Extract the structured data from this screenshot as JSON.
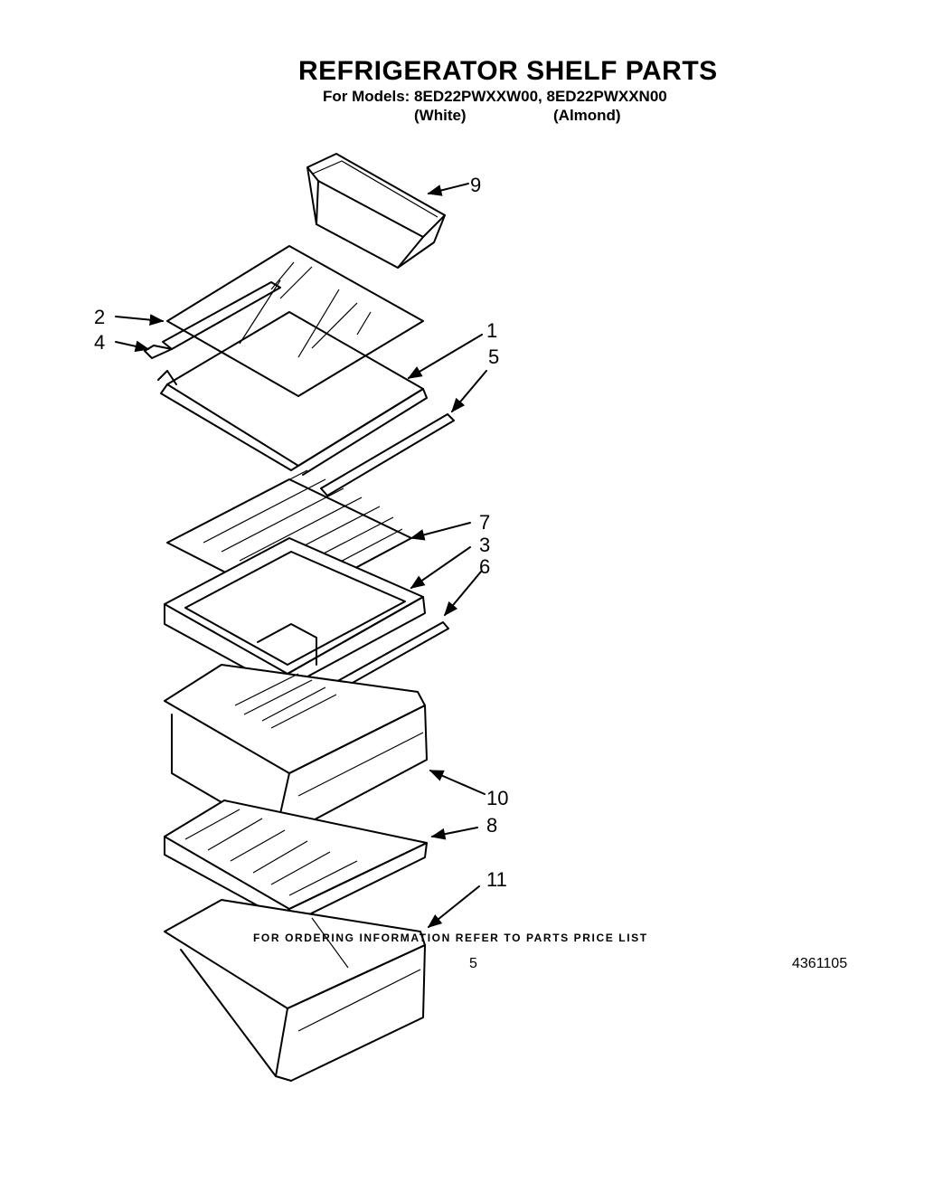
{
  "header": {
    "title": "REFRIGERATOR SHELF PARTS",
    "models_line": "For Models: 8ED22PWXXW00, 8ED22PWXXN00",
    "color_white": "(White)",
    "color_almond": "(Almond)"
  },
  "callouts": [
    "9",
    "2",
    "4",
    "1",
    "5",
    "7",
    "3",
    "6",
    "10",
    "8",
    "11"
  ],
  "footer": {
    "note": "FOR ORDERING INFORMATION REFER TO PARTS PRICE LIST",
    "page_number": "5",
    "document_number": "4361105"
  }
}
